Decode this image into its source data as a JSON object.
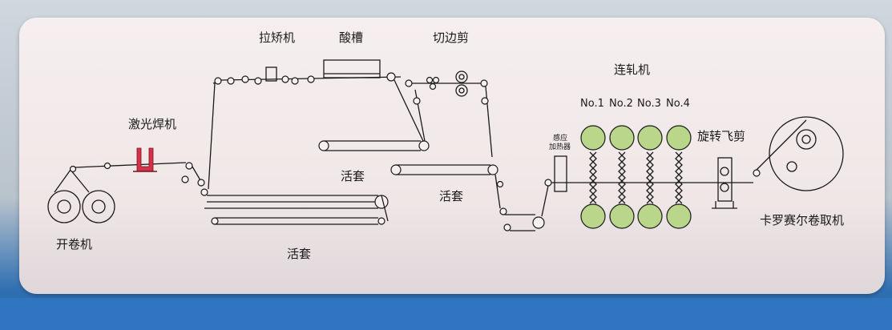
{
  "labels": {
    "uncoiler": "开卷机",
    "laser_welder": "激光焊机",
    "tension_leveler": "拉矫机",
    "pickling_tank": "酸槽",
    "edge_trimmer": "切边剪",
    "looper_1": "活套",
    "looper_2": "活套",
    "looper_3": "活套",
    "induction_heater_line1": "感应",
    "induction_heater_line2": "加热器",
    "tandem_mill": "连轧机",
    "stand_1": "No.1",
    "stand_2": "No.2",
    "stand_3": "No.3",
    "stand_4": "No.4",
    "rotary_flying_shear": "旋转飞剪",
    "carrousel_coiler": "卡罗赛尔卷取机"
  },
  "colors": {
    "work_roll": "#b9d68a",
    "welder": "#d2334a",
    "line": "#1a1a1a",
    "board": "#f3ebeb",
    "bottom_bar": "#2f75bf"
  }
}
